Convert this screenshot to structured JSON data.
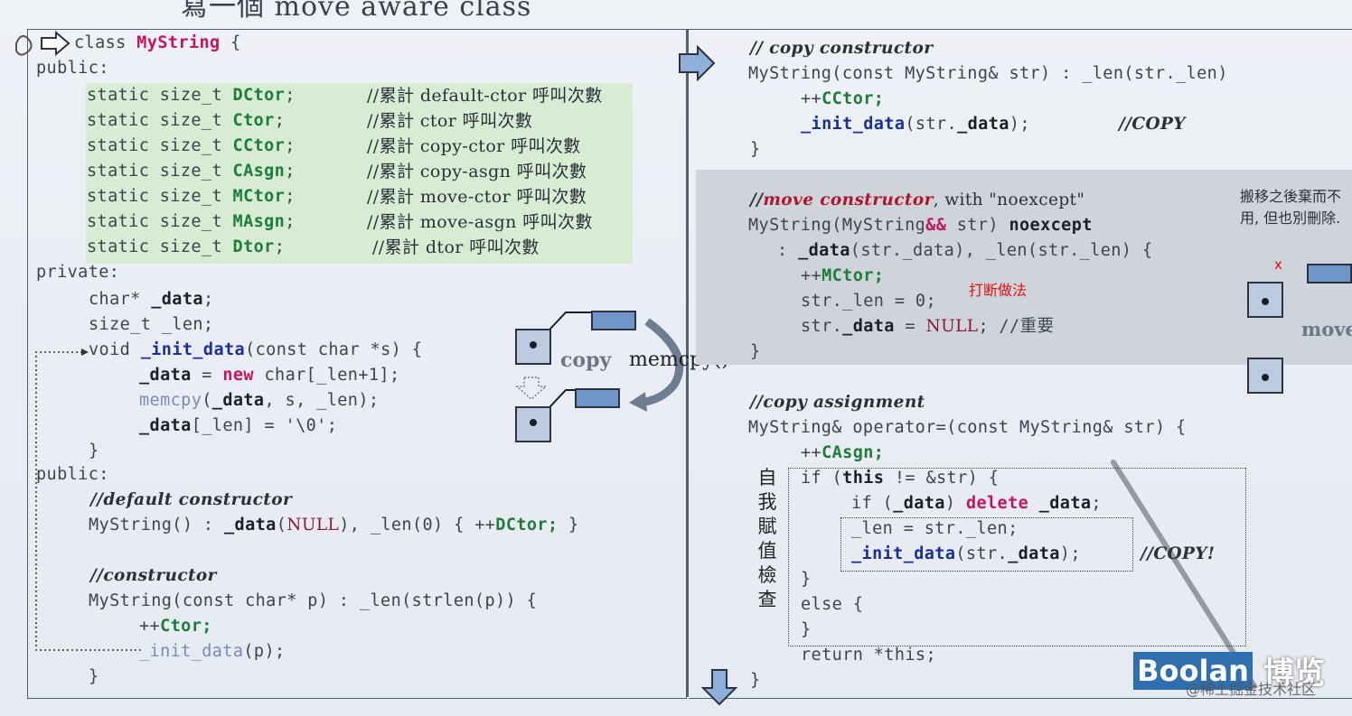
{
  "title": "寫一個 move aware class",
  "left": {
    "class_kw": "class",
    "class_name": "MyString",
    "brace_open": "{",
    "public1": "public:",
    "statics": [
      {
        "decl": "static size_t ",
        "name": "DCtor",
        "semi": ";",
        "comment": "//累計 default-ctor 呼叫次數"
      },
      {
        "decl": "static size_t ",
        "name": "Ctor",
        "semi": ";",
        "comment": "//累計 ctor 呼叫次數"
      },
      {
        "decl": "static size_t ",
        "name": "CCtor",
        "semi": ";",
        "comment": "//累計 copy-ctor 呼叫次數"
      },
      {
        "decl": "static size_t ",
        "name": "CAsgn",
        "semi": ";",
        "comment": "//累計 copy-asgn 呼叫次數"
      },
      {
        "decl": "static size_t ",
        "name": "MCtor",
        "semi": ";",
        "comment": "//累計 move-ctor 呼叫次數"
      },
      {
        "decl": "static size_t ",
        "name": "MAsgn",
        "semi": ";",
        "comment": "//累計 move-asgn 呼叫次數"
      },
      {
        "decl": "static size_t ",
        "name": "Dtor",
        "semi": ";",
        "comment": "//累計 dtor 呼叫次數"
      }
    ],
    "private": "private:",
    "member_data_a": "char* ",
    "member_data_b": "_data",
    "member_data_c": ";",
    "member_len": "size_t _len;",
    "init_a": "void ",
    "init_b": "_init_data",
    "init_c": "(const char *s) {",
    "init_l1_a": "_data",
    "init_l1_b": " = ",
    "init_l1_c": "new",
    "init_l1_d": " char[_len+1];",
    "init_l2_a": "memcpy",
    "init_l2_b": "(",
    "init_l2_c": "_data",
    "init_l2_d": ", s, _len);",
    "init_l3_a": "_data",
    "init_l3_b": "[_len] = '\\0';",
    "close1": "}",
    "public2": "public:",
    "default_ctor_comment": "//default constructor",
    "dctor_a": "MyString() : ",
    "dctor_b": "_data",
    "dctor_c": "(",
    "dctor_d": "NULL",
    "dctor_e": "), _len(0) { ++",
    "dctor_f": "DCtor;",
    "dctor_g": " }",
    "ctor_comment": "//constructor",
    "ctor_sig": "MyString(const char* p) : _len(strlen(p)) {",
    "ctor_l1_a": "++",
    "ctor_l1_b": "Ctor;",
    "ctor_l2_a": "_init_data",
    "ctor_l2_b": "(p);",
    "close2": "}",
    "label_copy": "copy",
    "label_memcpy": "memcpy()"
  },
  "right": {
    "copy_ctor_comment": "// copy constructor",
    "cc_sig": "MyString(const MyString& str) : _len(str._len)",
    "cc_l1_a": "++",
    "cc_l1_b": "CCtor;",
    "cc_l2_a": "_init_data",
    "cc_l2_b": "(str.",
    "cc_l2_c": "_data",
    "cc_l2_d": ");",
    "cc_l2_comment": "//COPY",
    "cc_close": "}",
    "move_ctor_comment_a": "//",
    "move_ctor_comment_b": "move constructor",
    "move_ctor_comment_c": ", with \"noexcept\"",
    "mc_sig_a": "MyString(MyString",
    "mc_sig_b": "&&",
    "mc_sig_c": " str) ",
    "mc_sig_d": "noexcept",
    "mc_init_a": ": ",
    "mc_init_b": "_data",
    "mc_init_c": "(str._data), _len(str._len) {",
    "mc_l1_a": "++",
    "mc_l1_b": "MCtor;",
    "mc_l2": "str._len = 0;",
    "mc_l3_a": "str.",
    "mc_l3_b": "_data",
    "mc_l3_c": " = ",
    "mc_l3_d": "NULL",
    "mc_l3_e": "; //重要",
    "mc_close": "}",
    "red_note": "打断做法",
    "side_note": "搬移之後棄而不用, 但也別刪除.",
    "x_mark": "x",
    "label_move": "move",
    "copy_asgn_comment": "//copy assignment",
    "ca_sig": "MyString& operator=(const MyString& str) {",
    "ca_l1_a": "++",
    "ca_l1_b": "CAsgn;",
    "ca_l2_a": "if (",
    "ca_l2_b": "this",
    "ca_l2_c": " != &str) {",
    "ca_l3_a": "if (",
    "ca_l3_b": "_data",
    "ca_l3_c": ") ",
    "ca_l3_d": "delete",
    "ca_l3_e": " ",
    "ca_l3_f": "_data",
    "ca_l3_g": ";",
    "ca_l4": "_len = str._len;",
    "ca_l5_a": "_init_data",
    "ca_l5_b": "(str.",
    "ca_l5_c": "_data",
    "ca_l5_d": ");",
    "ca_l5_comment": "//COPY!",
    "ca_l6": "}",
    "ca_l7": "else {",
    "ca_l8": "}",
    "ca_l9": "return *this;",
    "ca_close": "}",
    "vertical_note": [
      "自",
      "我",
      "賦",
      "值",
      "檢",
      "查"
    ]
  },
  "logo": {
    "text": "Boolan",
    "cjk": "博览"
  },
  "watermark": "@稀土掘金技术社区",
  "colors": {
    "green_box": "#d7ecd2",
    "gray_band": "#cfd4db",
    "red_id": "#c2185b",
    "blue_id": "#1a2f9a",
    "green_id": "#1e7d3b",
    "logo_bg": "#2f6fb0"
  }
}
